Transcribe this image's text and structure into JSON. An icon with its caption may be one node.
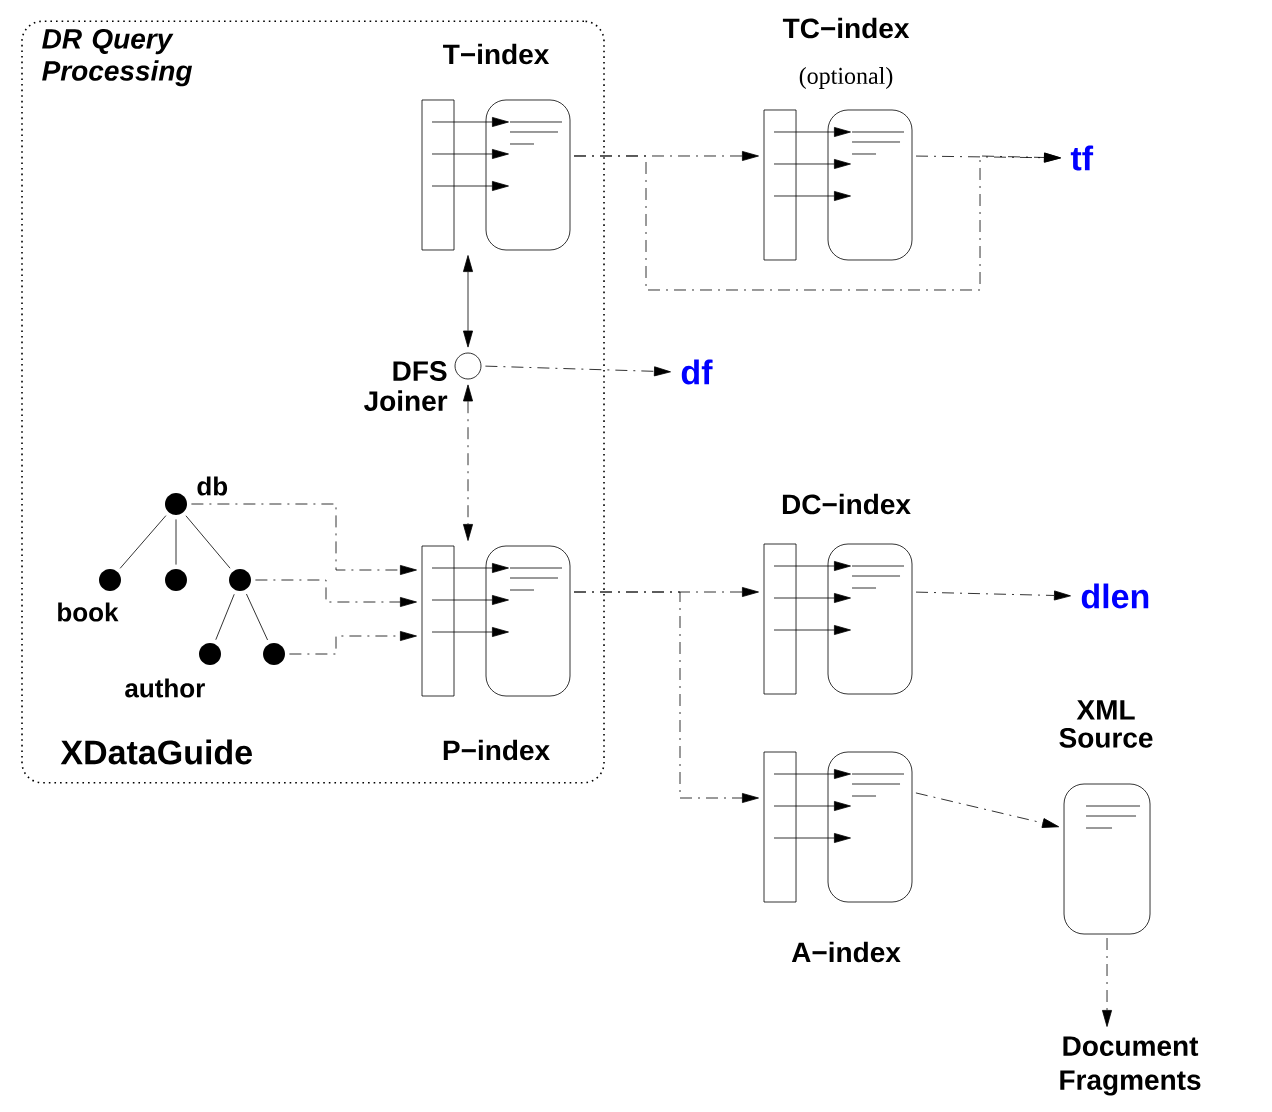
{
  "diagram": {
    "nodes": [
      {
        "text": [
          "DR Query Processing"
        ]
      },
      {
        "text": [
          "T−index"
        ],
        "in": 0
      },
      {
        "text": [
          "DFS Joiner"
        ],
        "in": 0
      },
      {
        "text": [],
        "shape": "circle",
        "beside": [
          "db"
        ],
        "in": 0
      },
      {
        "text": [],
        "shape": "circle",
        "beside": [
          "book"
        ],
        "in": 0
      },
      {
        "text": [],
        "shape": "circle",
        "in": 0
      },
      {
        "text": [],
        "shape": "circle",
        "in": 0
      },
      {
        "text": [],
        "shape": "circle",
        "beside": [
          "author"
        ],
        "in": 0
      },
      {
        "text": [],
        "shape": "circle",
        "in": 0
      },
      {
        "text": [
          "P−index"
        ],
        "in": 0
      },
      {
        "text": [
          "TC−index",
          "(optional)"
        ]
      },
      {
        "text": [
          "tf"
        ]
      },
      {
        "text": [
          "df"
        ]
      },
      {
        "text": [
          "DC−index"
        ]
      },
      {
        "text": [
          "dlen"
        ]
      },
      {
        "text": [
          "A−index"
        ]
      },
      {
        "text": [
          "XML Source"
        ]
      },
      {
        "text": [
          "Document Fragments"
        ]
      }
    ],
    "edges": [
      {
        "from": 1,
        "to": 2,
        "arrow": "both"
      },
      {
        "from": 2,
        "to": 9,
        "arrow": "both",
        "style": "dashed"
      },
      {
        "from": 2,
        "to": 12,
        "arrow": "to",
        "style": "dashed"
      },
      {
        "from": 1,
        "to": 10,
        "arrow": "to",
        "style": "dashed"
      },
      {
        "from": 10,
        "to": 11,
        "arrow": "to",
        "style": "dashed"
      },
      {
        "from": 1,
        "to": 11,
        "arrow": "to",
        "style": "dashed"
      },
      {
        "from": 3,
        "to": 4,
        "arrow": "none"
      },
      {
        "from": 3,
        "to": 5,
        "arrow": "none"
      },
      {
        "from": 3,
        "to": 6,
        "arrow": "none"
      },
      {
        "from": 6,
        "to": 7,
        "arrow": "none"
      },
      {
        "from": 6,
        "to": 8,
        "arrow": "none"
      },
      {
        "from": 3,
        "to": 9,
        "arrow": "to",
        "style": "dashed"
      },
      {
        "from": 6,
        "to": 9,
        "arrow": "to",
        "style": "dashed"
      },
      {
        "from": 8,
        "to": 9,
        "arrow": "to",
        "style": "dashed"
      },
      {
        "from": 9,
        "to": 13,
        "arrow": "to",
        "style": "dashed"
      },
      {
        "from": 9,
        "to": 15,
        "arrow": "to",
        "style": "dashed"
      },
      {
        "from": 13,
        "to": 14,
        "arrow": "to",
        "style": "dashed"
      },
      {
        "from": 15,
        "to": 16,
        "arrow": "to",
        "style": "dashed"
      },
      {
        "from": 16,
        "to": 17,
        "arrow": "to",
        "style": "dashed"
      }
    ],
    "labels": [
      "XDataGuide"
    ]
  }
}
